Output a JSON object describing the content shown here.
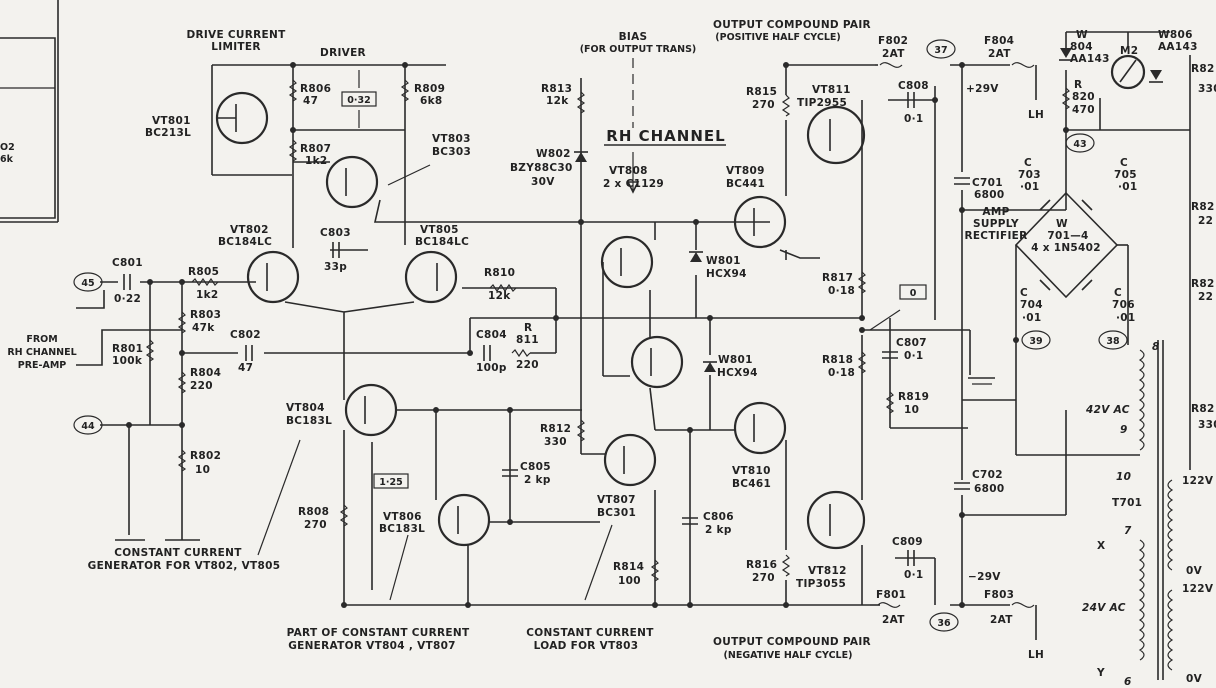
{
  "diagram": {
    "header": {
      "drive_current_limiter": [
        "DRIVE CURRENT",
        "LIMITER"
      ],
      "driver": "DRIVER",
      "bias": [
        "BIAS",
        "(FOR OUTPUT TRANS)"
      ],
      "output_pos": [
        "OUTPUT COMPOUND PAIR",
        "(POSITIVE HALF CYCLE)"
      ],
      "output_neg": [
        "OUTPUT COMPOUND PAIR",
        "(NEGATIVE HALF CYCLE)"
      ],
      "channel": "RH CHANNEL"
    },
    "transistors": {
      "vt801": [
        "VT801",
        "BC213L"
      ],
      "vt802": [
        "VT802",
        "BC184LC"
      ],
      "vt803": [
        "VT803",
        "BC303"
      ],
      "vt804": [
        "VT804",
        "BC183L"
      ],
      "vt805": [
        "VT805",
        "BC184LC"
      ],
      "vt806": [
        "VT806",
        "BC183L"
      ],
      "vt807": [
        "VT807",
        "BC301"
      ],
      "vt808": [
        "VT808",
        "2 x C1129"
      ],
      "vt809": [
        "VT809",
        "BC441"
      ],
      "vt810": [
        "VT810",
        "BC461"
      ],
      "vt811": [
        "VT811",
        "TIP2955"
      ],
      "vt812": [
        "VT812",
        "TIP3055"
      ]
    },
    "resistors": {
      "r805": [
        "R805",
        "1k2"
      ],
      "r803": [
        "R803",
        "47k"
      ],
      "r801": [
        "R801",
        "100k"
      ],
      "r804": [
        "R804",
        "220"
      ],
      "r802": [
        "R802",
        "10"
      ],
      "r806": [
        "R806",
        "47"
      ],
      "r807": [
        "R807",
        "1k2"
      ],
      "r809": [
        "R809",
        "6k8"
      ],
      "r810": [
        "R810",
        "12k"
      ],
      "r811": [
        "R",
        "811",
        "220"
      ],
      "r808": [
        "R808",
        "270"
      ],
      "r812": [
        "R812",
        "330"
      ],
      "r813": [
        "R813",
        "12k"
      ],
      "r814": [
        "R814",
        "100"
      ],
      "r815": [
        "R815",
        "270"
      ],
      "r816": [
        "R816",
        "270"
      ],
      "r817": [
        "R817",
        "0·18"
      ],
      "r818": [
        "R818",
        "0·18"
      ],
      "r819": [
        "R819",
        "10"
      ],
      "r820": [
        "R",
        "820",
        "470"
      ]
    },
    "capacitors": {
      "c801": [
        "C801",
        "0·22"
      ],
      "c802": [
        "C802",
        "47"
      ],
      "c803": [
        "C803",
        "33p"
      ],
      "c804": [
        "C804",
        "100p"
      ],
      "c805": [
        "C805",
        "2 kp"
      ],
      "c806": [
        "C806",
        "2 kp"
      ],
      "c807": [
        "C807",
        "0·1"
      ],
      "c808": [
        "C808",
        "0·1"
      ],
      "c809": [
        "C809",
        "0·1"
      ],
      "c701": [
        "C701",
        "6800"
      ],
      "c702": [
        "C702",
        "6800"
      ],
      "c703": [
        "C",
        "703",
        "·01"
      ],
      "c704": [
        "C",
        "704",
        "·01"
      ],
      "c705": [
        "C",
        "705",
        "·01"
      ],
      "c706": [
        "C",
        "706",
        "·01"
      ]
    },
    "diodes": {
      "w801a": [
        "W801",
        "HCX94"
      ],
      "w801b": [
        "W801",
        "HCX94"
      ],
      "w802": [
        "W802",
        "BZY88C30",
        "30V"
      ],
      "w804": [
        "W",
        "804",
        "AA143"
      ],
      "w806": [
        "W806",
        "AA143"
      ]
    },
    "fuses": {
      "f801": [
        "F801",
        "2AT"
      ],
      "f802": [
        "F802",
        "2AT"
      ],
      "f803": [
        "F803",
        "2AT"
      ],
      "f804": [
        "F804",
        "2AT"
      ]
    },
    "rectifier": [
      "AMP",
      "SUPPLY",
      "RECTIFIER"
    ],
    "bridge": [
      "W",
      "701—4",
      "4 x 1N5402"
    ],
    "meter": "M2",
    "supply": {
      "pos": "+29V",
      "neg": "−29V"
    },
    "outputs": {
      "lh_top": "LH",
      "lh_bottom": "LH"
    },
    "terminals": [
      "45",
      "44",
      "37",
      "43",
      "39",
      "38",
      "36"
    ],
    "input_label": [
      "FROM",
      "RH CHANNEL",
      "PRE-AMP"
    ],
    "voltage_boxes": [
      "0·32",
      "0",
      "1·25"
    ],
    "transformer": {
      "name": "T701",
      "secondary_42": "42V AC",
      "secondary_24": "24V AC",
      "primary_122a": "122V",
      "primary_122b": "122V",
      "zero_a": "0V",
      "zero_b": "0V",
      "pins": [
        "8",
        "9",
        "10",
        "7",
        "6"
      ],
      "x_label": "X",
      "y_label": "Y"
    },
    "edge_labels": [
      "O2",
      "6k"
    ],
    "clipped_right": [
      "R82",
      "330",
      "R82",
      "22",
      "R82",
      "22",
      "R82",
      "330"
    ],
    "annotations": {
      "constant_current_gen": [
        "CONSTANT CURRENT",
        "GENERATOR FOR VT802, VT805"
      ],
      "part_of_ccg": [
        "PART OF CONSTANT CURRENT",
        "GENERATOR VT804 , VT807"
      ],
      "cc_load": [
        "CONSTANT CURRENT",
        "LOAD FOR VT803"
      ]
    }
  }
}
